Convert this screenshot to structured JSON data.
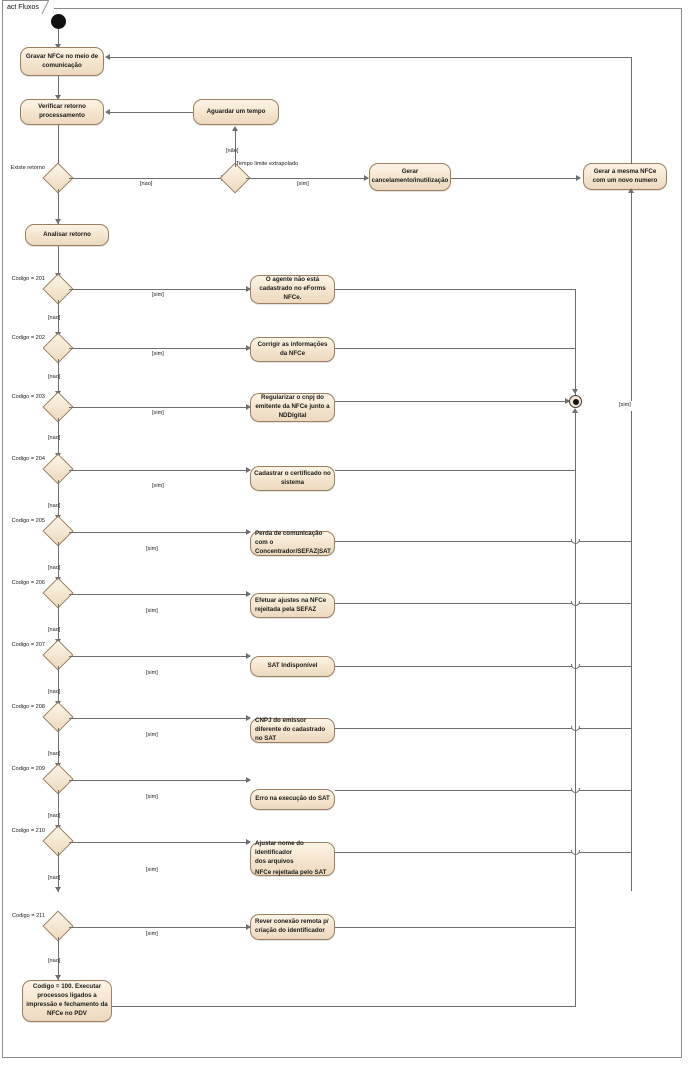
{
  "diagram": {
    "frame_label": "act Fluxos",
    "type": "uml-activity-diagram"
  },
  "nodes": {
    "initial": {
      "name": "initial-node"
    },
    "final": {
      "name": "activity-final-node"
    },
    "actions": [
      {
        "id": "gravar",
        "label": "Gravar NFCe no meio de comunicação"
      },
      {
        "id": "verificar",
        "label": "Verificar retorno processamento"
      },
      {
        "id": "aguardar",
        "label": "Aguardar um tempo"
      },
      {
        "id": "gerar_cancel",
        "label": "Gerar cancelamento/inutilização"
      },
      {
        "id": "gerar_mesma",
        "label": "Gerar a mesma NFCe com um novo numero"
      },
      {
        "id": "analisar",
        "label": "Analisar retorno"
      },
      {
        "id": "a201",
        "label": "O agente não está cadastrado no eForms NFCe."
      },
      {
        "id": "a202",
        "label": "Corrigir as informações da NFCe"
      },
      {
        "id": "a203",
        "label": "Regularizar o cnpj do emitente da NFCe junto a NDDigital"
      },
      {
        "id": "a204",
        "label": "Cadastrar o certificado no sistema"
      },
      {
        "id": "a205",
        "label": "Perda de comunicação com o Concentrador/SEFAZ|SAT"
      },
      {
        "id": "a206",
        "label": "Efetuar ajustes na NFCe rejeitada pela SEFAZ"
      },
      {
        "id": "a207",
        "label": "SAT Indisponível"
      },
      {
        "id": "a208",
        "label": "CNPJ do emissor diferente do cadastrado no SAT"
      },
      {
        "id": "a209",
        "label": "Erro na execução do SAT"
      },
      {
        "id": "a210",
        "label": "Ajustar nome do Identificador dos arquivos\nNFCe rejeitada pelo SAT"
      },
      {
        "id": "a210_l1",
        "label": "Ajustar nome do Identificador"
      },
      {
        "id": "a210_l2",
        "label": "dos arquivos"
      },
      {
        "id": "a210_l3",
        "label": "NFCe rejeitada pelo SAT"
      },
      {
        "id": "a211",
        "label": "Rever conexão remota p/ criação do identificador"
      },
      {
        "id": "a100",
        "label": "Codigo = 100. Executar processos ligados a impressão e fechamento da NFCe no PDV"
      }
    ],
    "decisions": [
      {
        "id": "d_existe",
        "label": "Existe retorno"
      },
      {
        "id": "d_tempo",
        "label": "Tempo limite extrapolado"
      },
      {
        "id": "d201",
        "label": "Codigo = 201"
      },
      {
        "id": "d202",
        "label": "Codigo = 202"
      },
      {
        "id": "d203",
        "label": "Codigo = 203"
      },
      {
        "id": "d204",
        "label": "Codigo = 204"
      },
      {
        "id": "d205",
        "label": "Codigo = 205"
      },
      {
        "id": "d206",
        "label": "Codigo = 206"
      },
      {
        "id": "d207",
        "label": "Codigo = 207"
      },
      {
        "id": "d208",
        "label": "Codigo = 208"
      },
      {
        "id": "d209",
        "label": "Codigo = 209"
      },
      {
        "id": "d210",
        "label": "Codigo = 210"
      },
      {
        "id": "d211",
        "label": "Codigo = 211"
      }
    ]
  },
  "guards": {
    "nao": "[nao]",
    "nao_accent": "[não]",
    "sim": "[sim]"
  },
  "colors": {
    "node_fill_top": "#fdf4e6",
    "node_fill_bottom": "#ecd9be",
    "node_border": "#9a7f63",
    "edge": "#6e6e6e",
    "frame_border": "#8a8a8a",
    "text": "#1a1a1a",
    "final_inner": "#111111"
  }
}
